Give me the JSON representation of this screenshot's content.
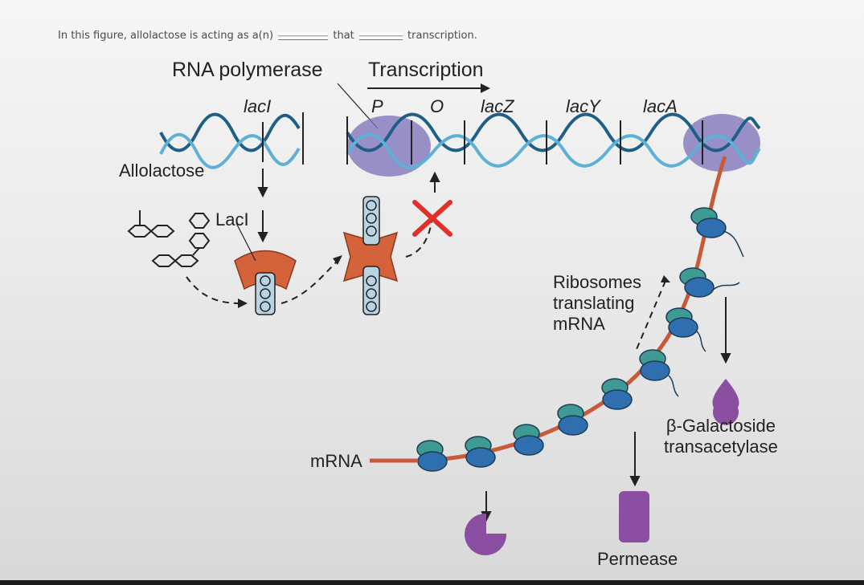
{
  "question": {
    "before": "In this figure, allolactose is acting as a(n)",
    "middle": "that",
    "after": "transcription."
  },
  "labels": {
    "rna_polymerase": "RNA polymerase",
    "transcription": "Transcription",
    "laci_gene": "lacI",
    "promoter": "P",
    "operator": "O",
    "lacz": "lacZ",
    "lacy": "lacY",
    "laca": "lacA",
    "allolactose": "Allolactose",
    "laci_protein": "LacI",
    "ribosomes_line1": "Ribosomes",
    "ribosomes_line2": "translating",
    "ribosomes_line3": "mRNA",
    "mrna": "mRNA",
    "transacetylase_line1": "β-Galactoside",
    "transacetylase_line2": "transacetylase",
    "permease": "Permease"
  },
  "colors": {
    "dna_dark": "#1f5f86",
    "dna_light": "#5fb0d6",
    "polymerase": "#7a6fb8",
    "repressor": "#d4623a",
    "mrna": "#c85a3a",
    "ribosome_teal": "#3f9a93",
    "ribosome_blue": "#2f6fb0",
    "protein_purple": "#8a4fa0",
    "x_mark": "#e0302a"
  }
}
